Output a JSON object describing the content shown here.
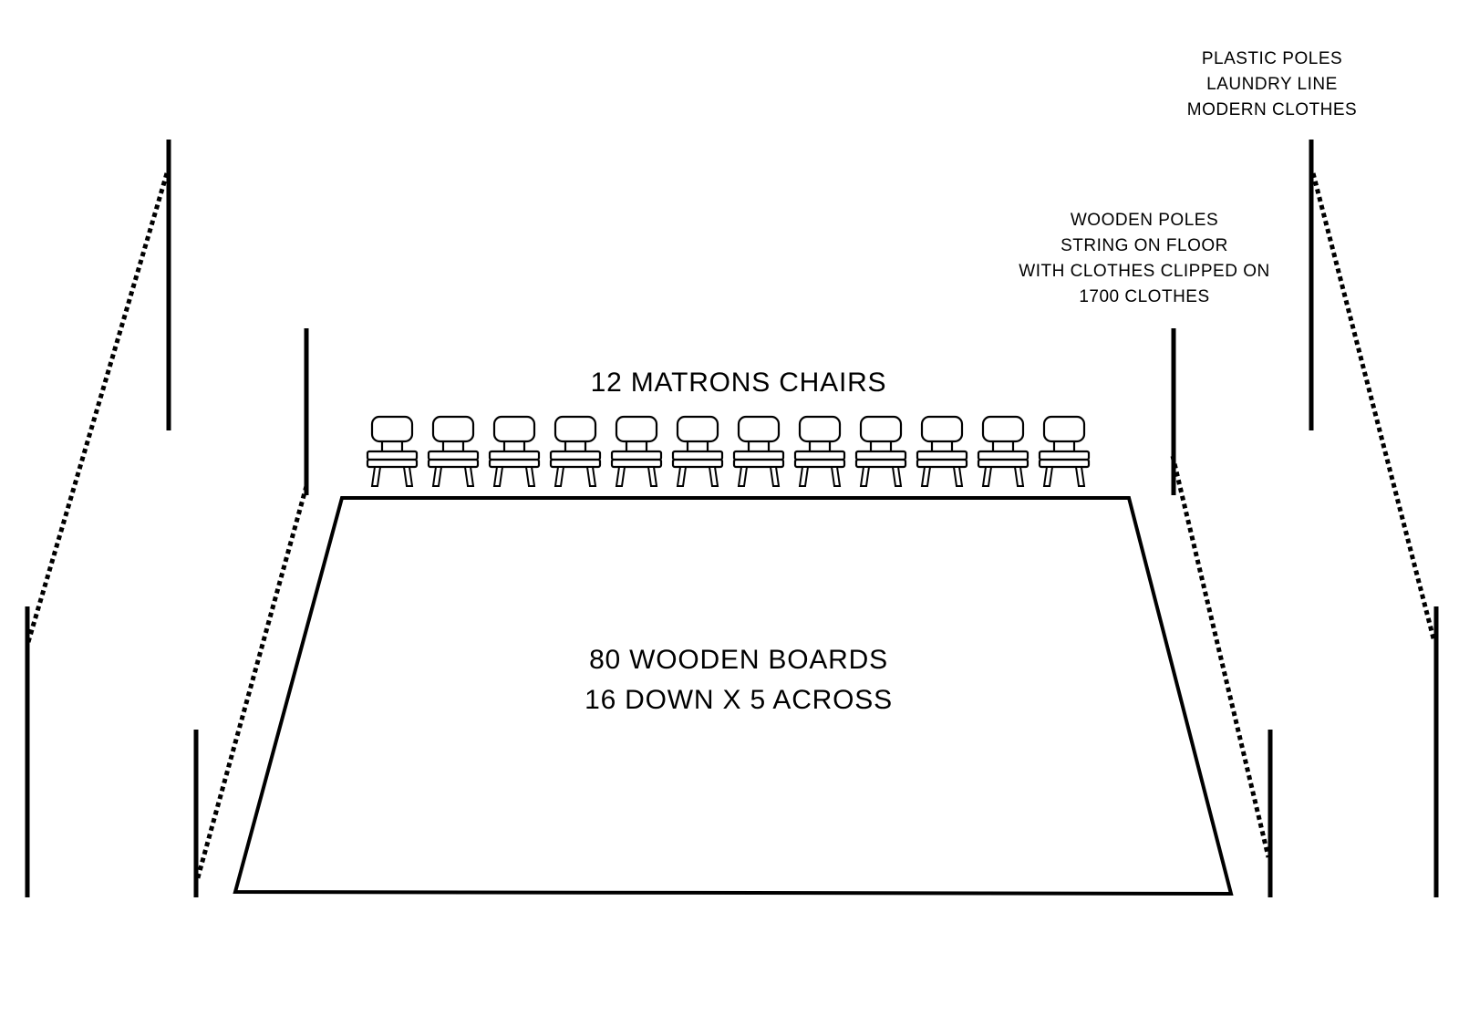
{
  "labels": {
    "plastic": [
      "PLASTIC POLES",
      "LAUNDRY LINE",
      "MODERN CLOTHES"
    ],
    "wooden": [
      "WOODEN POLES",
      "STRING ON FLOOR",
      "WITH CLOTHES CLIPPED ON",
      "1700 CLOTHES"
    ],
    "chairs": "12 MATRONS CHAIRS",
    "boards": [
      "80 WOODEN BOARDS",
      "16 DOWN X 5 ACROSS"
    ]
  },
  "chair_count": 12,
  "colors": {
    "ink": "#000000",
    "background": "#ffffff"
  }
}
